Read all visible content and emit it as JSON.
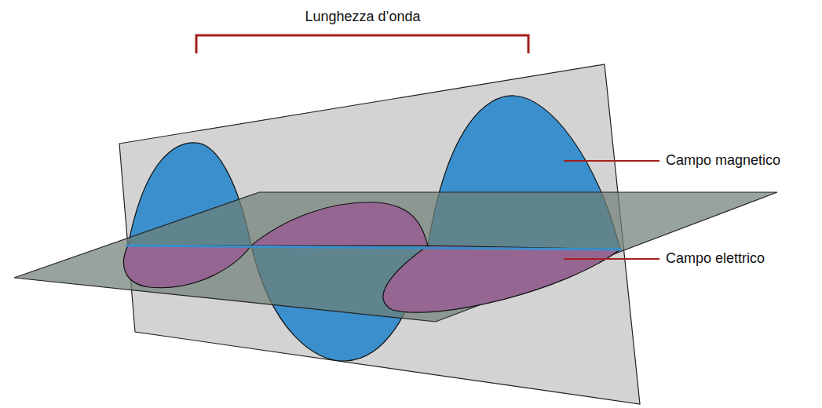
{
  "diagram": {
    "labels": [
      "Lunghezza d’onda",
      "Campo magnetico",
      "Campo elettrico"
    ]
  }
}
